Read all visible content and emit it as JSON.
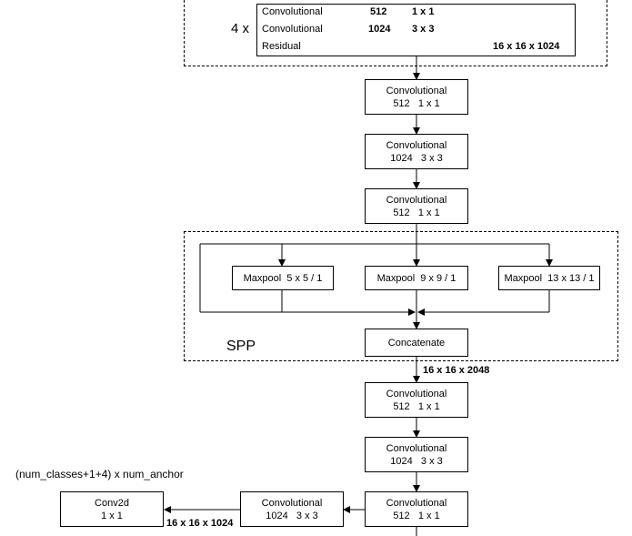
{
  "residual_block": {
    "repeat_label": "4 x",
    "rows": [
      {
        "name": "Convolutional",
        "filters": "512",
        "size": "1 x 1"
      },
      {
        "name": "Convolutional",
        "filters": "1024",
        "size": "3 x 3"
      }
    ],
    "residual_label": "Residual",
    "output_shape": "16 x 16 x 1024"
  },
  "conv1": {
    "name": "Convolutional",
    "params": "512   1 x 1"
  },
  "conv2": {
    "name": "Convolutional",
    "params": "1024   3 x 3"
  },
  "conv3": {
    "name": "Convolutional",
    "params": "512   1 x 1"
  },
  "spp": {
    "label": "SPP",
    "maxpool1": "Maxpool  5 x 5 / 1",
    "maxpool2": "Maxpool  9 x 9 / 1",
    "maxpool3": "Maxpool  13 x 13 / 1",
    "concat": "Concatenate",
    "output_shape": "16 x 16 x 2048"
  },
  "conv4": {
    "name": "Convolutional",
    "params": "512   1 x 1"
  },
  "conv5": {
    "name": "Convolutional",
    "params": "1024   3 x 3"
  },
  "conv6": {
    "name": "Convolutional",
    "params": "512   1 x 1"
  },
  "conv7": {
    "name": "Convolutional",
    "params": "1024   3 x 3"
  },
  "conv2d": {
    "name": "Conv2d",
    "params": "1 x 1"
  },
  "head_label": "(num_classes+1+4) x num_anchor",
  "head_shape": "16 x 16 x 1024"
}
